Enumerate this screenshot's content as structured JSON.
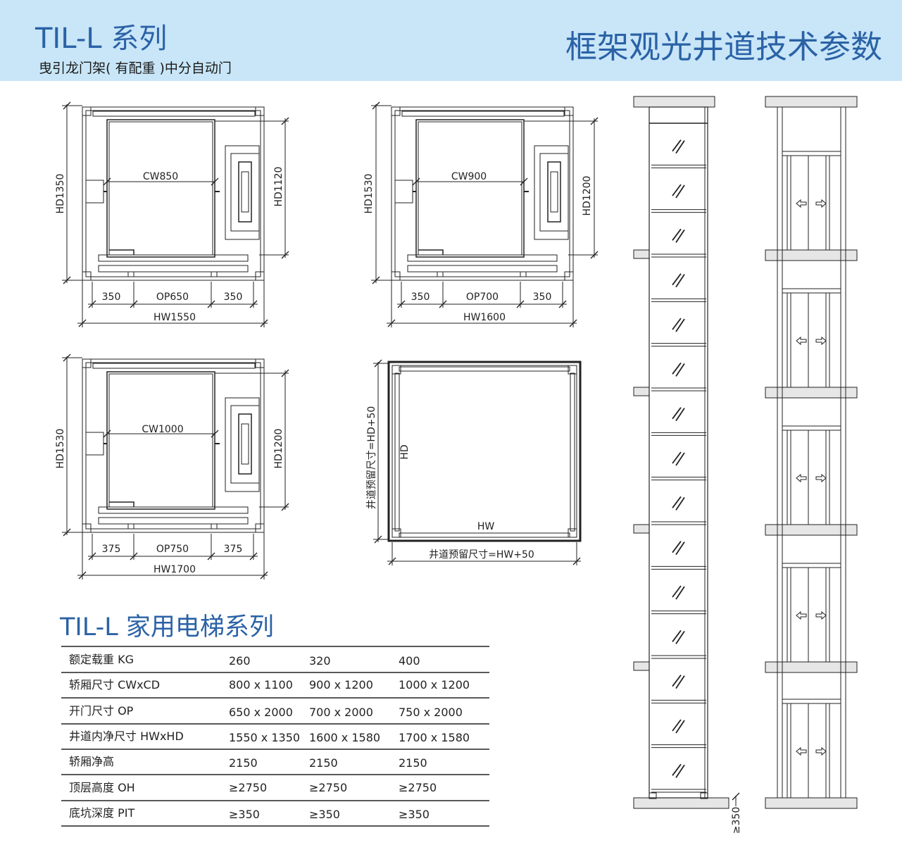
{
  "header": {
    "series_title": "TIL-L 系列",
    "subtitle": "曳引龙门架( 有配重 )中分自动门",
    "page_title": "框架观光井道技术参数"
  },
  "plans": [
    {
      "hd": "HD1350",
      "hd_inner": "HD1120",
      "cw": "CW850",
      "left": "350",
      "op": "OP650",
      "right": "350",
      "hw": "HW1550"
    },
    {
      "hd": "HD1530",
      "hd_inner": "HD1200",
      "cw": "CW900",
      "left": "350",
      "op": "OP700",
      "right": "350",
      "hw": "HW1600"
    },
    {
      "hd": "HD1530",
      "hd_inner": "HD1200",
      "cw": "CW1000",
      "left": "375",
      "op": "OP750",
      "right": "375",
      "hw": "HW1700"
    }
  ],
  "reserve_plan": {
    "hd": "HD",
    "hw": "HW",
    "depth_label": "井道预留尺寸=HD+50",
    "width_label": "井道预留尺寸=HW+50"
  },
  "elevation": {
    "pit_label": "≥350"
  },
  "table": {
    "title": "TIL-L 家用电梯系列",
    "rows": [
      {
        "label": "额定载重 KG",
        "values": [
          "260",
          "320",
          "400"
        ]
      },
      {
        "label": "轿厢尺寸 CWxCD",
        "values": [
          "800 x 1100",
          "900 x 1200",
          "1000 x 1200"
        ]
      },
      {
        "label": "开门尺寸 OP",
        "values": [
          "650 x 2000",
          "700 x 2000",
          "750 x 2000"
        ]
      },
      {
        "label": "井道内净尺寸 HWxHD",
        "values": [
          "1550 x 1350",
          "1600 x 1580",
          "1700 x 1580"
        ]
      },
      {
        "label": "轿厢净高",
        "values": [
          "2150",
          "2150",
          "2150"
        ]
      },
      {
        "label": "顶层高度 OH",
        "values": [
          "≥2750",
          "≥2750",
          "≥2750"
        ]
      },
      {
        "label": "底坑深度 PIT",
        "values": [
          "≥350",
          "≥350",
          "≥350"
        ]
      }
    ]
  },
  "colors": {
    "band": "#c8e6f8",
    "title": "#2b62a6"
  }
}
